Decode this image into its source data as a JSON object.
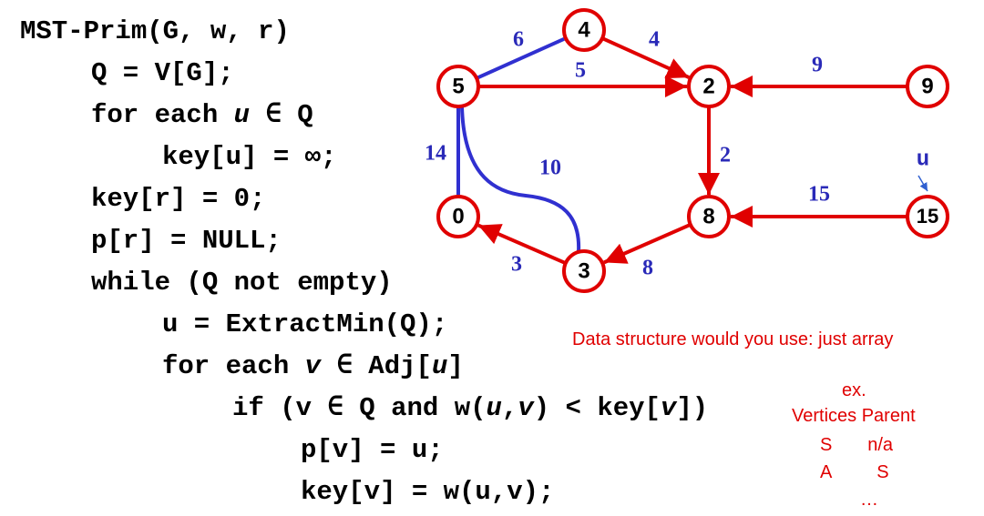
{
  "code": {
    "lines": [
      [
        "MST-Prim(G, w, r)"
      ],
      [
        "Q = V[G];"
      ],
      [
        "for each ",
        {
          "i": "u"
        },
        " ∈ Q"
      ],
      [
        "key[u] = ∞;"
      ],
      [
        "key[r] = 0;"
      ],
      [
        "p[r] = NULL;"
      ],
      [
        "while (Q not empty)"
      ],
      [
        "u = ExtractMin(Q);"
      ],
      [
        "for each ",
        {
          "i": "v"
        },
        " ∈ Adj[",
        {
          "i": "u"
        },
        "]"
      ],
      [
        "if (v ∈ Q and w(",
        {
          "i": "u"
        },
        ",",
        {
          "i": "v"
        },
        ") < key[",
        {
          "i": "v"
        },
        "])"
      ],
      [
        "p[v] = u;"
      ],
      [
        "key[v] = w(u,v);"
      ]
    ]
  },
  "graph": {
    "nodes": [
      {
        "id": "n4",
        "label": "4"
      },
      {
        "id": "n5",
        "label": "5"
      },
      {
        "id": "n2",
        "label": "2"
      },
      {
        "id": "n9",
        "label": "9"
      },
      {
        "id": "n0",
        "label": "0"
      },
      {
        "id": "n8",
        "label": "8"
      },
      {
        "id": "n15",
        "label": "15"
      },
      {
        "id": "n3",
        "label": "3"
      }
    ],
    "edges": [
      {
        "from": "n5",
        "to": "n4",
        "weight": "6",
        "color": "blue",
        "arrow": false
      },
      {
        "from": "n4",
        "to": "n2",
        "weight": "4",
        "color": "red",
        "arrow": true
      },
      {
        "from": "n5",
        "to": "n2",
        "weight": "5",
        "color": "red",
        "arrow": true
      },
      {
        "from": "n9",
        "to": "n2",
        "weight": "9",
        "color": "red",
        "arrow": true
      },
      {
        "from": "n2",
        "to": "n8",
        "weight": "2",
        "color": "red",
        "arrow": true
      },
      {
        "from": "n5",
        "to": "n0",
        "weight": "14",
        "color": "blue",
        "arrow": false
      },
      {
        "from": "n5",
        "to": "n3",
        "weight": "10",
        "color": "blue",
        "arrow": false
      },
      {
        "from": "n15",
        "to": "n8",
        "weight": "15",
        "color": "red",
        "arrow": true
      },
      {
        "from": "n8",
        "to": "n3",
        "weight": "8",
        "color": "red",
        "arrow": true
      },
      {
        "from": "n3",
        "to": "n0",
        "weight": "3",
        "color": "red",
        "arrow": true
      }
    ],
    "pointer_label": "u"
  },
  "colors": {
    "red": "#e00000",
    "blue": "#3030d0",
    "weight_blue": "#2a2ab8",
    "node_fill": "#ffffff",
    "text": "#000000"
  },
  "notes": {
    "question": "Data structure would you use: just array",
    "example_heading": "ex.",
    "table_header": "Vertices Parent",
    "rows": [
      "S       n/a",
      "A         S"
    ],
    "ellipsis": "…"
  }
}
